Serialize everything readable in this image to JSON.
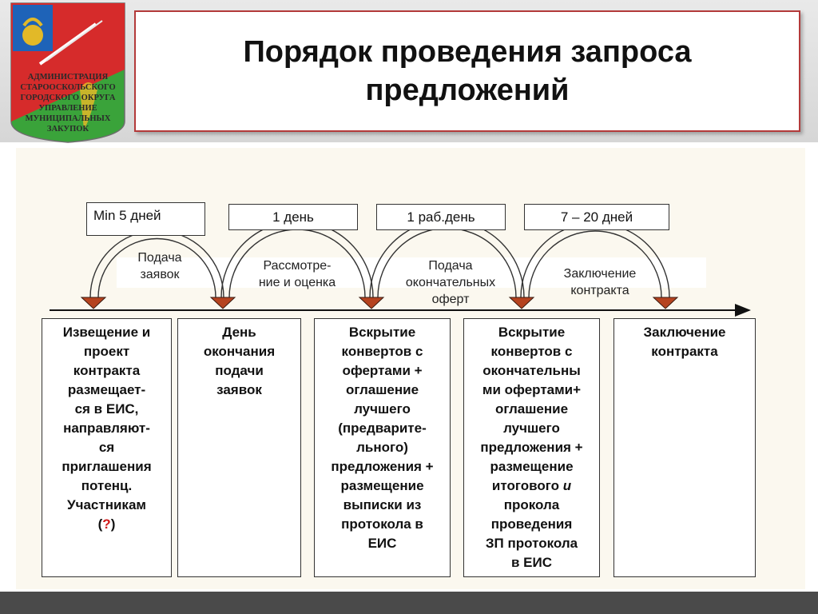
{
  "emblem": {
    "text_lines": [
      "АДМИНИСТРАЦИЯ",
      "СТАРООСКОЛЬСКОГО",
      "ГОРОДСКОГО ОКРУГА",
      "УПРАВЛЕНИЕ",
      "МУНИЦИПАЛЬНЫХ",
      "ЗАКУПОК"
    ],
    "colors": {
      "top": "#1e63b8",
      "green": "#3aa33a",
      "red": "#d62b2b",
      "gold": "#e2b928"
    }
  },
  "title_lines": [
    "Порядок проведения запроса",
    "предложений"
  ],
  "durations": [
    "Min 5 дней",
    "1 день",
    "1 раб.день",
    "7 – 20 дней"
  ],
  "phases": [
    [
      "Подача",
      "заявок"
    ],
    [
      "Рассмотре-",
      "ние и оценка"
    ],
    [
      "Подача",
      "окончательных",
      "оферт"
    ],
    [
      "Заключение",
      "контракта"
    ]
  ],
  "stages": {
    "s1": [
      "Извещение и",
      "проект",
      "контракта",
      "размещает-",
      "ся в ЕИС,",
      "направляют-",
      "ся",
      "приглашения",
      "потенц.",
      "Участникам"
    ],
    "s1_last": {
      "open": "(",
      "mark": "?",
      "close": ")"
    },
    "s2": [
      "День",
      "окончания",
      "подачи",
      "заявок"
    ],
    "s3": [
      "Вскрытие",
      "конвертов с",
      "офертами +",
      "оглашение",
      "лучшего",
      "(предварите-",
      "льного)",
      "предложения +",
      "размещение",
      "выписки из",
      "протокола в",
      "ЕИС"
    ],
    "s4_a": [
      "Вскрытие",
      "конвертов с",
      "окончательны",
      "ми офертами+",
      "оглашение",
      "лучшего",
      "предложения +",
      "размещение"
    ],
    "s4_b": {
      "pre": "итогового ",
      "it": "и"
    },
    "s4_c": [
      "прокола",
      "проведения",
      "ЗП протокола",
      "в ЕИС"
    ],
    "s5": [
      "Заключение",
      "контракта"
    ]
  },
  "colors": {
    "marker": "#b5431f",
    "title_border": "#b33a3a",
    "bottom_bar": "#4a4a4a"
  }
}
